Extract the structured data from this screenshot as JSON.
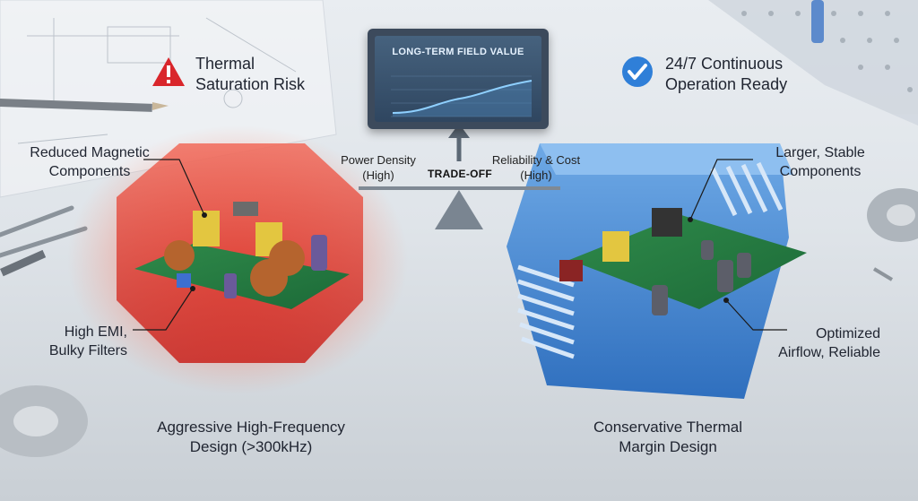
{
  "warning": {
    "label_line1": "Thermal",
    "label_line2": "Saturation Risk"
  },
  "ready": {
    "label_line1": "24/7 Continuous",
    "label_line2": "Operation Ready"
  },
  "monitor": {
    "title": "LONG-TERM FIELD VALUE"
  },
  "balance": {
    "left_line1": "Power Density",
    "left_line2": "(High)",
    "center": "TRADE-OFF",
    "right_line1": "Reliability & Cost",
    "right_line2": "(High)"
  },
  "left_design": {
    "callout_top_line1": "Reduced Magnetic",
    "callout_top_line2": "Components",
    "callout_bottom_line1": "High EMI,",
    "callout_bottom_line2": "Bulky Filters",
    "caption_line1": "Aggressive High-Frequency",
    "caption_line2": "Design (>300kHz)"
  },
  "right_design": {
    "callout_top_line1": "Larger, Stable",
    "callout_top_line2": "Components",
    "callout_bottom_line1": "Optimized",
    "callout_bottom_line2": "Airflow, Reliable",
    "caption_line1": "Conservative Thermal",
    "caption_line2": "Margin Design"
  },
  "colors": {
    "hot": "#e8322a",
    "cool": "#4a8fd6",
    "check": "#2f7fd8",
    "warn": "#d9262b"
  }
}
